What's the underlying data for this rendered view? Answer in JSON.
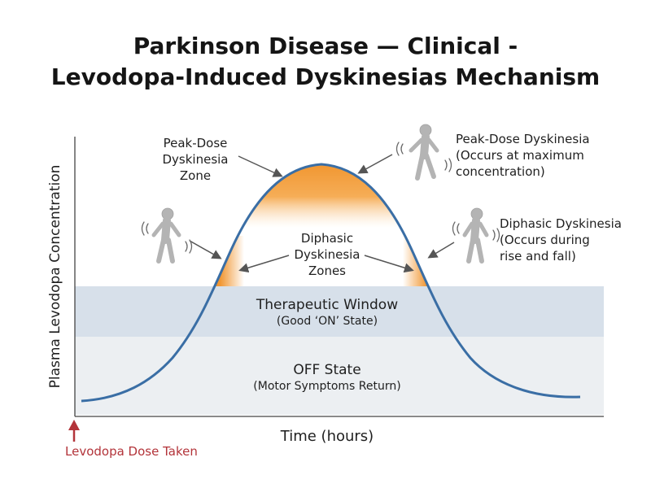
{
  "title_line1": "Parkinson Disease — Clinical -",
  "title_line2": "Levodopa-Induced Dyskinesias Mechanism",
  "y_axis_label": "Plasma Levodopa Concentration",
  "x_axis_label": "Time (hours)",
  "dose_marker_label": "Levodopa Dose Taken",
  "peak_zone_label": [
    "Peak-Dose",
    "Dyskinesia",
    "Zone"
  ],
  "diphasic_zone_label": [
    "Diphasic",
    "Dyskinesia",
    "Zones"
  ],
  "therapeutic_window": {
    "title": "Therapeutic Window",
    "subtitle": "(Good ‘ON’ State)"
  },
  "off_state": {
    "title": "OFF State",
    "subtitle": "(Motor Symptoms Return)"
  },
  "peak_dose_dyskinesia": [
    "Peak-Dose Dyskinesia",
    "(Occurs at maximum",
    "concentration)"
  ],
  "diphasic_dyskinesia": [
    "Diphasic Dyskinesia",
    "(Occurs during",
    "rise and fall)"
  ],
  "colors": {
    "curve": "#3a6ea5",
    "dyskinesia_fill": "#f0922a",
    "therapeutic_band": "#d7e0ea",
    "off_band": "#eceff2",
    "dose_marker": "#b3343a",
    "figure": "#b4b4b4"
  },
  "icons": [
    "shaking-figure-icon",
    "shaking-figure-icon",
    "shaking-figure-icon"
  ]
}
